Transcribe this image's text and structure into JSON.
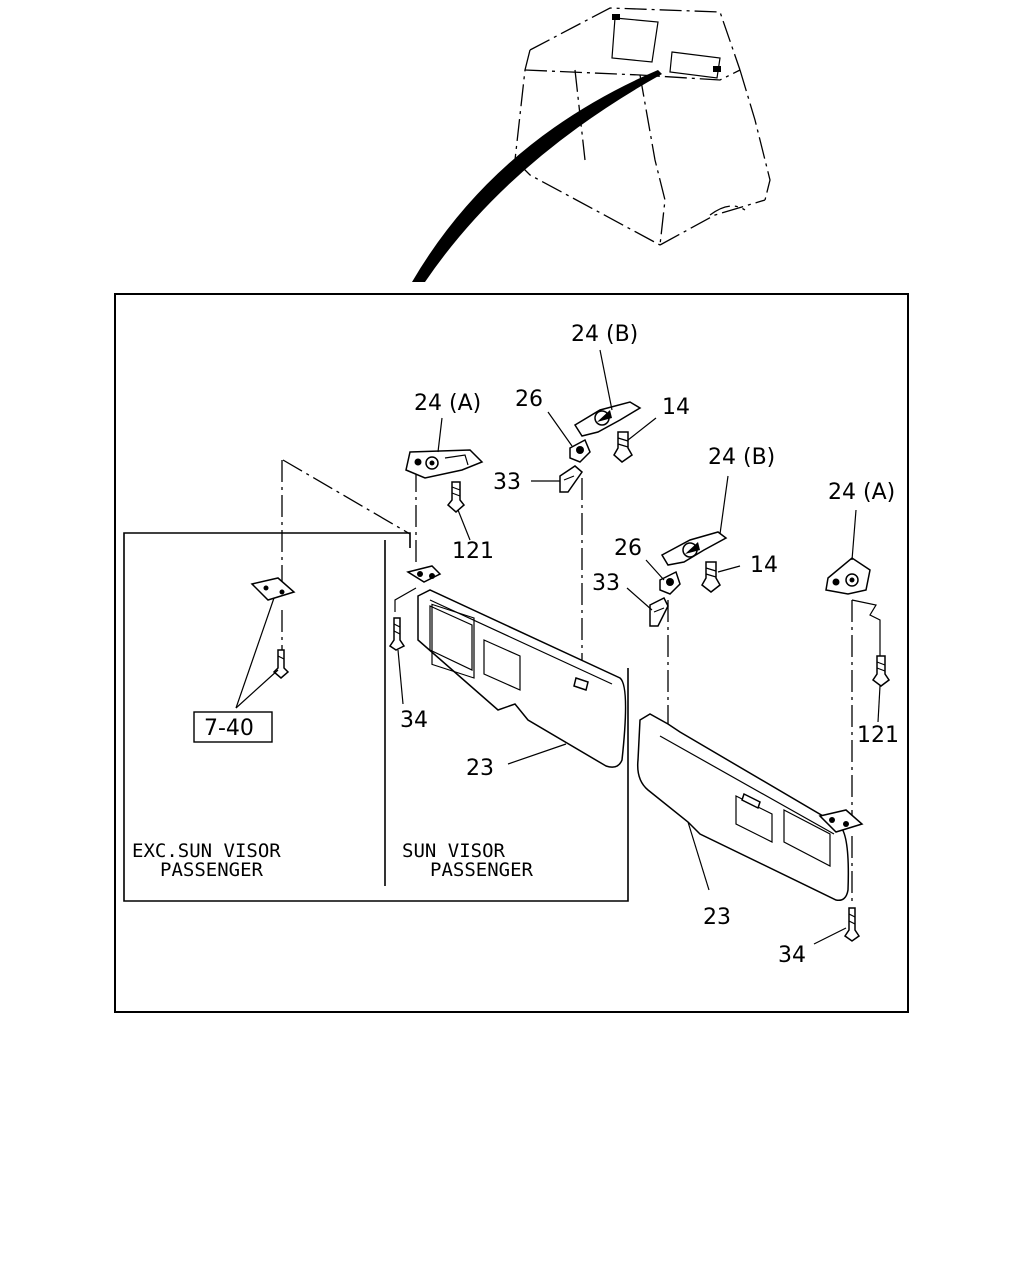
{
  "labels": {
    "bracket_a_left": "24 (A)",
    "bracket_b_left": "24 (B)",
    "bracket_a_right": "24 (A)",
    "bracket_b_right": "24 (B)",
    "clip_left": "26",
    "clip_right": "26",
    "screw_14_left": "14",
    "screw_14_right": "14",
    "screw_33_left": "33",
    "screw_33_right": "33",
    "screw_121_left": "121",
    "screw_121_right": "121",
    "screw_34_left": "34",
    "screw_34_right": "34",
    "visor_left": "23",
    "visor_right": "23",
    "ref_box": "7-40"
  },
  "captions": {
    "exc_line1": "EXC.SUN VISOR",
    "exc_line2": "PASSENGER",
    "sun_line1": "SUN VISOR",
    "sun_line2": "PASSENGER"
  }
}
